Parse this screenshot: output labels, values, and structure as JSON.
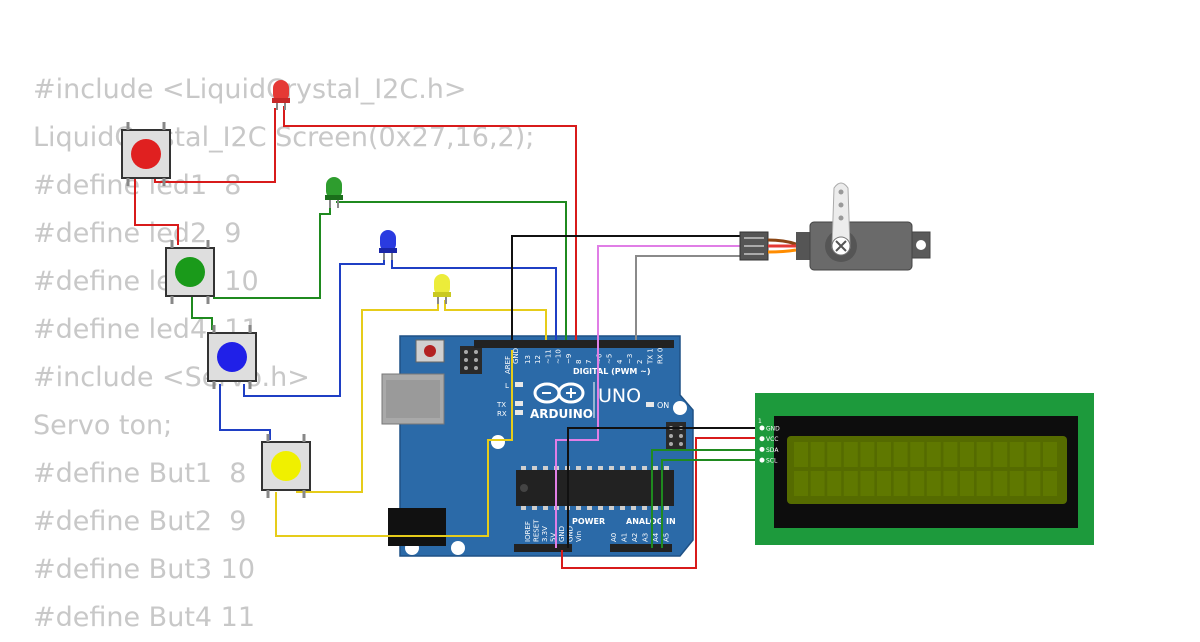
{
  "code_lines": [
    "#include <LiquidCrystal_I2C.h>",
    "LiquidCrystal_I2C Screen(0x27,16,2);",
    "#define led1  8",
    "#define led2  9",
    "#define led3  10",
    "#define led4  11",
    "#include <Servo.h>",
    "Servo ton;",
    "#define But1  8",
    "#define But2  9",
    "#define But3 10",
    "#define But4 11"
  ],
  "arduino": {
    "brand": "ARDUINO",
    "model": "UNO",
    "digital_label": "DIGITAL (PWM ~)",
    "on_label": "ON",
    "power_label": "POWER",
    "analog_label": "ANALOG IN",
    "aref": "AREF",
    "gnd": "GND",
    "tx": "TX",
    "rx": "RX",
    "l": "L",
    "digital_pins": [
      "13",
      "12",
      "~11",
      "~10",
      "~9",
      "8",
      "7",
      "~6",
      "~5",
      "4",
      "~3",
      "2",
      "TX 1",
      "RX 0"
    ],
    "power_pins": [
      "IOREF",
      "RESET",
      "3.3V",
      "5V",
      "GND",
      "GND",
      "Vin"
    ],
    "analog_pins": [
      "A0",
      "A1",
      "A2",
      "A3",
      "A4",
      "A5"
    ]
  },
  "lcd": {
    "pin_one": "1",
    "pins": [
      "GND",
      "VCC",
      "SDA",
      "SCL"
    ]
  },
  "colors": {
    "board": "#2b6aa8",
    "led_red": "#e53935",
    "led_green": "#2e9d2e",
    "led_blue": "#2a3be0",
    "led_yellow": "#ecec3a",
    "wire_red": "#d81b1b",
    "wire_green": "#1f8a1f",
    "wire_blue": "#1f3fc4",
    "wire_yellow": "#e6cc1a",
    "wire_black": "#111111",
    "wire_violet": "#e07ee6",
    "wire_gray": "#8a8a8a",
    "lcd_screen": "#556b00"
  }
}
